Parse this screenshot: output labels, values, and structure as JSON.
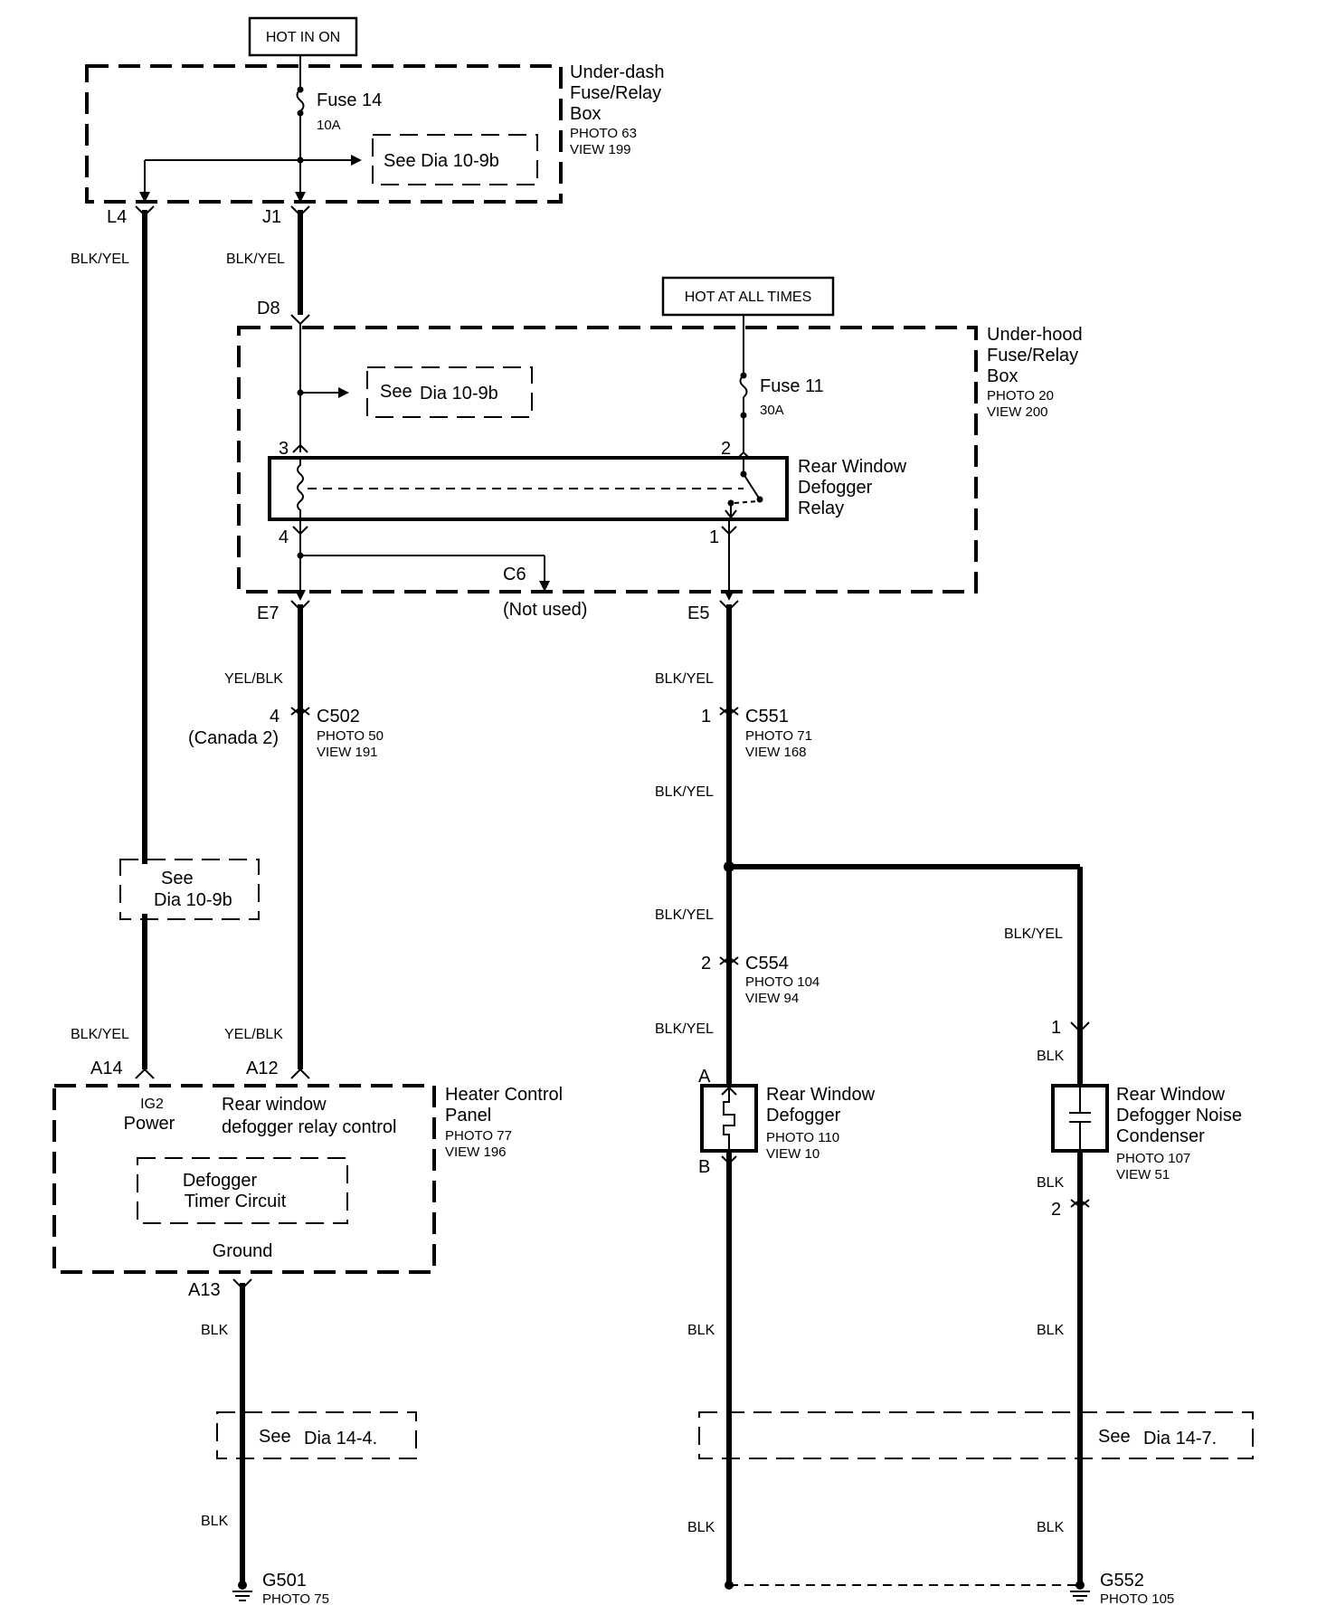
{
  "labels": {
    "hot_in_on": "HOT IN ON",
    "hot_at_all_times": "HOT AT ALL TIMES",
    "under_dash_1": "Under-dash",
    "under_dash_2": "Fuse/Relay",
    "under_dash_3": "Box",
    "under_dash_photo": "PHOTO 63",
    "under_dash_view": "VIEW 199",
    "fuse14": "Fuse 14",
    "fuse14_rating": "10A",
    "see_dia_10_9b": "See Dia 10-9b",
    "see": "See",
    "dia_10_9b": "Dia 10-9b",
    "pin_l4": "L4",
    "pin_j1": "J1",
    "pin_d8": "D8",
    "blk_yel": "BLK/YEL",
    "yel_blk": "YEL/BLK",
    "blk": "BLK",
    "under_hood_1": "Under-hood",
    "under_hood_2": "Fuse/Relay",
    "under_hood_3": "Box",
    "under_hood_photo": "PHOTO 20",
    "under_hood_view": "VIEW 200",
    "fuse11": "Fuse 11",
    "fuse11_rating": "30A",
    "relay_1": "Rear Window",
    "relay_2": "Defogger",
    "relay_3": "Relay",
    "pin_3": "3",
    "pin_2": "2",
    "pin_4": "4",
    "pin_1": "1",
    "c6": "C6",
    "not_used": "(Not used)",
    "pin_e7": "E7",
    "pin_e5": "E5",
    "c502": "C502",
    "c502_pin": "4",
    "c502_canada": "(Canada 2)",
    "c502_photo": "PHOTO 50",
    "c502_view": "VIEW 191",
    "c551": "C551",
    "c551_pin": "1",
    "c551_photo": "PHOTO 71",
    "c551_view": "VIEW 168",
    "c554": "C554",
    "c554_pin": "2",
    "c554_photo": "PHOTO 104",
    "c554_view": "VIEW 94",
    "pin_a14": "A14",
    "pin_a12": "A12",
    "pin_a13": "A13",
    "ig2": "IG2",
    "power": "Power",
    "rw_relay_ctrl_1": "Rear window",
    "rw_relay_ctrl_2": "defogger relay control",
    "hcp_1": "Heater Control",
    "hcp_2": "Panel",
    "hcp_photo": "PHOTO 77",
    "hcp_view": "VIEW 196",
    "timer_1": "Defogger",
    "timer_2": "Timer Circuit",
    "ground": "Ground",
    "pin_a": "A",
    "pin_b": "B",
    "defogger_1": "Rear Window",
    "defogger_2": "Defogger",
    "defogger_photo": "PHOTO 110",
    "defogger_view": "VIEW 10",
    "cond_pin1": "1",
    "cond_pin2": "2",
    "cond_1": "Rear Window",
    "cond_2": "Defogger Noise",
    "cond_3": "Condenser",
    "cond_photo": "PHOTO 107",
    "cond_view": "VIEW 51",
    "see_dia_14_4_see": "See",
    "see_dia_14_4_dia": "Dia 14-4.",
    "see_dia_14_7_see": "See",
    "see_dia_14_7_dia": "Dia 14-7.",
    "g501": "G501",
    "g501_photo": "PHOTO 75",
    "g552": "G552",
    "g552_photo": "PHOTO 105"
  }
}
